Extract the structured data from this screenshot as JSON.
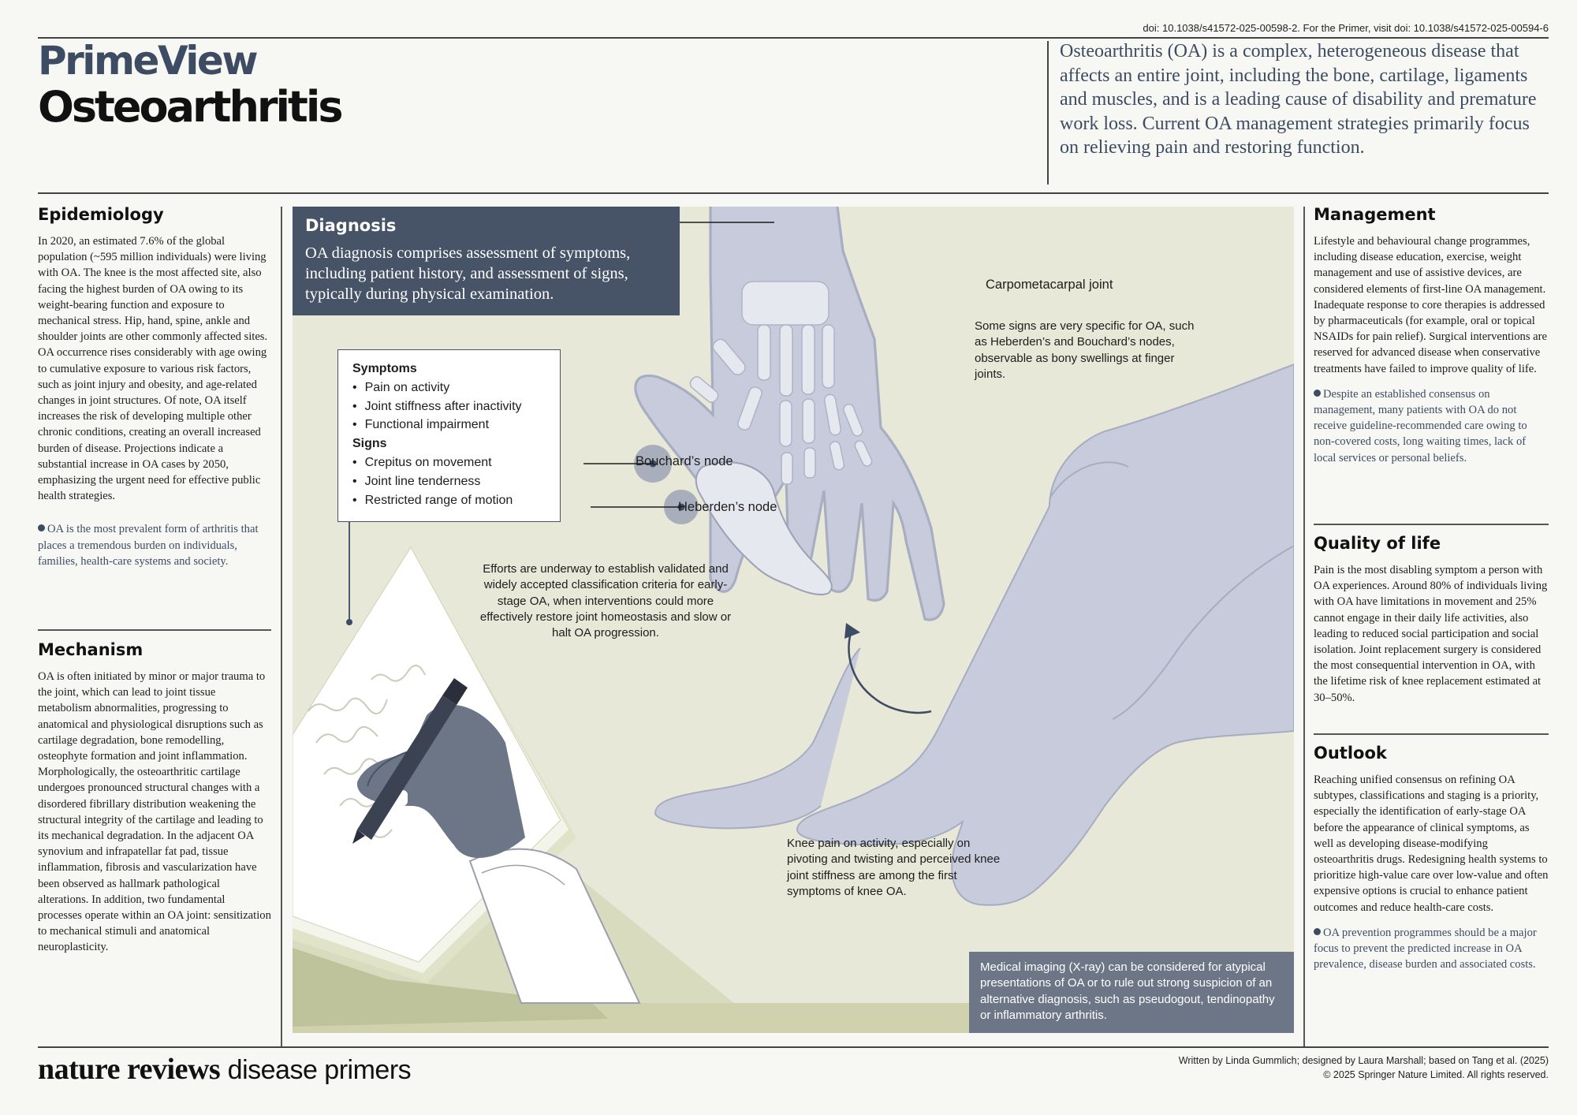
{
  "header": {
    "doi": "doi: 10.1038/s41572-025-00598-2. For the Primer, visit doi: 10.1038/s41572-025-00594-6",
    "brand_line1": "PrimeView",
    "brand_line2": "Osteoarthritis",
    "intro": "Osteoarthritis (OA) is a complex, heterogeneous disease that affects an entire joint, including the bone, cartilage, ligaments and muscles, and is a leading cause of disability and premature work loss. Current OA management strategies primarily focus on relieving pain and restoring function."
  },
  "left": {
    "epidemiology": {
      "title": "Epidemiology",
      "body": "In 2020, an estimated 7.6% of the global population (~595 million individuals) were living with OA. The knee is the most affected site, also facing the highest burden of OA owing to its weight-bearing function and exposure to mechanical stress. Hip, hand, spine, ankle and shoulder joints are other commonly affected sites. OA occurrence rises considerably with age owing to cumulative exposure to various risk factors, such as joint injury and obesity, and age-related changes in joint structures. Of note, OA itself increases the risk of developing multiple other chronic conditions, creating an overall increased burden of disease. Projections indicate a substantial increase in OA cases by 2050, emphasizing the urgent need for effective public health strategies.",
      "highlight": "OA is the most prevalent form of arthritis that places a tremendous burden on individuals, families, health-care systems and society."
    },
    "mechanism": {
      "title": "Mechanism",
      "body": "OA is often initiated by minor or major trauma to the joint, which can lead to joint tissue metabolism abnormalities, progressing to anatomical and physiological disruptions such as cartilage degradation, bone remodelling, osteophyte formation and joint inflammation. Morphologically, the osteoarthritic cartilage undergoes pronounced structural changes with a disordered fibrillary distribution weakening the structural integrity of the cartilage and leading to its mechanical degradation. In the adjacent OA synovium and infrapatellar fat pad, tissue inflammation, fibrosis and vascularization have been observed as hallmark pathological alterations. In addition, two fundamental processes operate within an OA joint: sensitization to mechanical stimuli and anatomical neuroplasticity."
    }
  },
  "center": {
    "diagnosis": {
      "title": "Diagnosis",
      "text": "OA diagnosis comprises assessment of symptoms, including patient history, and assessment of signs, typically during physical examination."
    },
    "symptoms_heading": "Symptoms",
    "symptoms": [
      "Pain on activity",
      "Joint stiffness after inactivity",
      "Functional impairment"
    ],
    "signs_heading": "Signs",
    "signs": [
      "Crepitus on movement",
      "Joint line tenderness",
      "Restricted range of motion"
    ],
    "label_cmc": "Carpometacarpal joint",
    "label_bouchard": "Bouchard’s node",
    "label_heberden": "Heberden’s node",
    "caption_hand": "Some signs are very specific for OA, such as Heberden’s and Bouchard’s nodes, observable as bony swellings at finger joints.",
    "caption_criteria": "Efforts are underway to establish validated and widely accepted classification criteria for early-stage OA, when interventions could more effectively restore joint homeostasis and slow or halt OA progression.",
    "caption_knee": "Knee pain on activity, especially on pivoting and twisting and perceived knee joint stiffness are among the first symptoms of knee OA.",
    "xray": "Medical imaging (X-ray) can be considered for atypical presentations of OA or to rule out strong suspicion of an alternative diagnosis, such as pseudogout, tendinopathy or inflammatory arthritis."
  },
  "right": {
    "management": {
      "title": "Management",
      "body": "Lifestyle and behavioural change programmes, including disease education, exercise, weight management and use of assistive devices, are considered elements of first-line OA management. Inadequate response to core therapies is addressed by pharmaceuticals (for example, oral or topical NSAIDs for pain relief). Surgical interventions are reserved for advanced disease when conservative treatments have failed to improve quality of life.",
      "highlight": "Despite an established consensus on management, many patients with OA do not receive guideline-recommended care owing to non-covered costs, long waiting times, lack of local services or personal beliefs."
    },
    "quality": {
      "title": "Quality of life",
      "body": "Pain is the most disabling symptom a person with OA experiences. Around 80% of individuals living with OA have limitations in movement and 25% cannot engage in their daily life activities, also leading to reduced social participation and social isolation. Joint replacement surgery is considered the most consequential intervention in OA, with the lifetime risk of knee replacement estimated at 30–50%."
    },
    "outlook": {
      "title": "Outlook",
      "body": "Reaching unified consensus on refining OA subtypes, classifications and staging is a priority, especially the identification of early-stage OA before the appearance of clinical symptoms, as well as developing disease-modifying osteoarthritis drugs. Redesigning health systems to prioritize high-value care over low-value and often expensive options is crucial to enhance patient outcomes and reduce health-care costs.",
      "highlight": "OA prevention programmes should be a major focus to prevent the predicted increase in OA prevalence, disease burden and associated costs."
    }
  },
  "footer": {
    "journal_bold": "nature reviews",
    "journal_light": "disease primers",
    "credit_line1": "Written by Linda Gummlich; designed by Laura Marshall; based on Tang et al. (2025)",
    "credit_line2": "© 2025 Springer Nature Limited. All rights reserved."
  },
  "colors": {
    "navy": "#3d4b63",
    "panel_bg": "#e7e8d7",
    "diag_box": "#475468",
    "xray_box": "#6d7687",
    "skin": "#c7cbdb",
    "bone": "#e6e8f0"
  }
}
